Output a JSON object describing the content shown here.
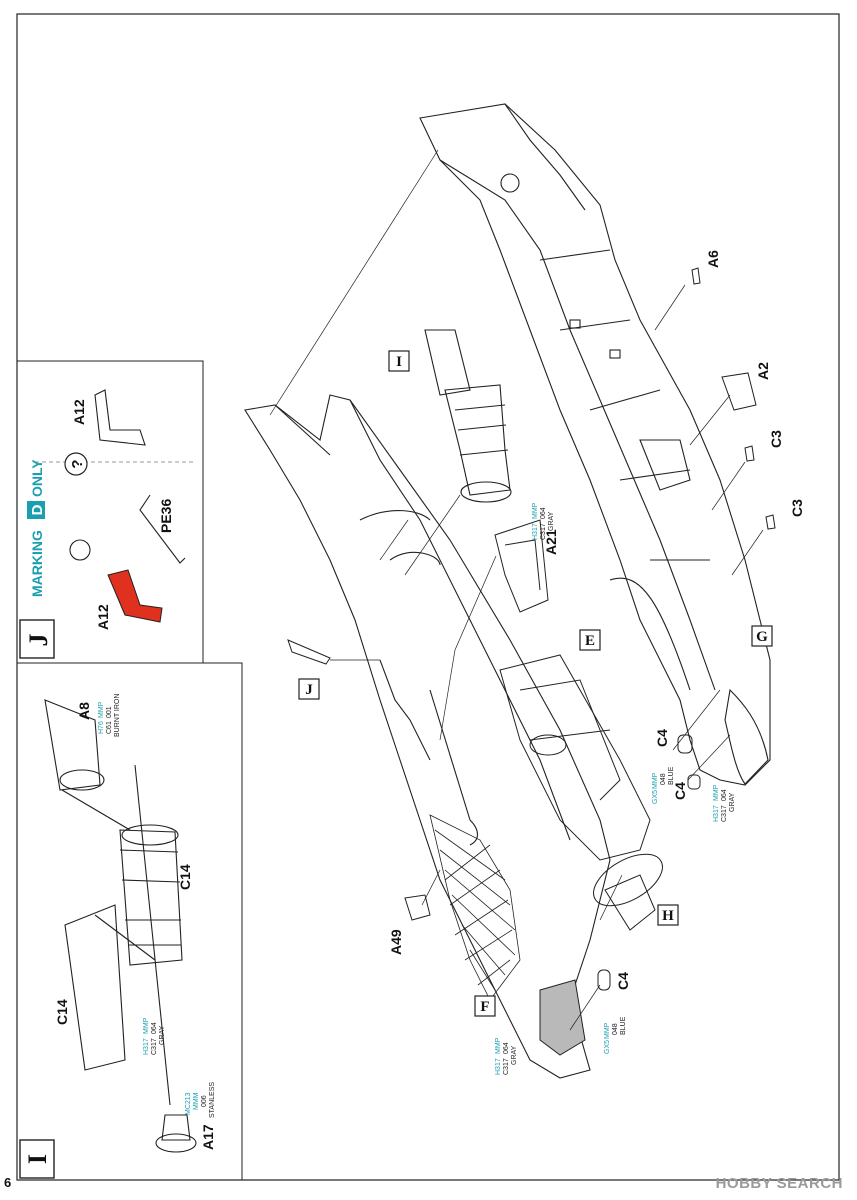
{
  "page_number": "6",
  "watermark": "HOBBY SEARCH",
  "colors": {
    "accent_cyan": "#1a9fb0",
    "red_part": "#e0301e",
    "line": "#222222"
  },
  "marking_banner": {
    "prefix": "MARKING",
    "letter": "D",
    "suffix": "ONLY"
  },
  "steps": {
    "I": "I",
    "J": "J",
    "E": "E",
    "F": "F",
    "G": "G",
    "H": "H"
  },
  "parts": {
    "A2": "A2",
    "A6": "A6",
    "C3": "C3",
    "C4": "C4",
    "A21": "A21",
    "A49": "A49",
    "A8": "A8",
    "C14": "C14",
    "A17": "A17",
    "A12": "A12",
    "PE36": "PE36"
  },
  "paints": {
    "gray": {
      "h": "H317",
      "mmp": "MMP",
      "c": "C317",
      "code": "064",
      "name": "GRAY"
    },
    "blue": {
      "gx": "GX5",
      "mmp": "MMP",
      "code": "048",
      "name": "BLUE"
    },
    "iron": {
      "h": "H76",
      "mmp": "MMP",
      "c": "C61",
      "code": "001",
      "name": "BURNT IRON"
    },
    "steel": {
      "mc": "MC213",
      "mmm": "MMM",
      "code": "006",
      "name": "STANLESS"
    }
  },
  "question_mark": "?"
}
